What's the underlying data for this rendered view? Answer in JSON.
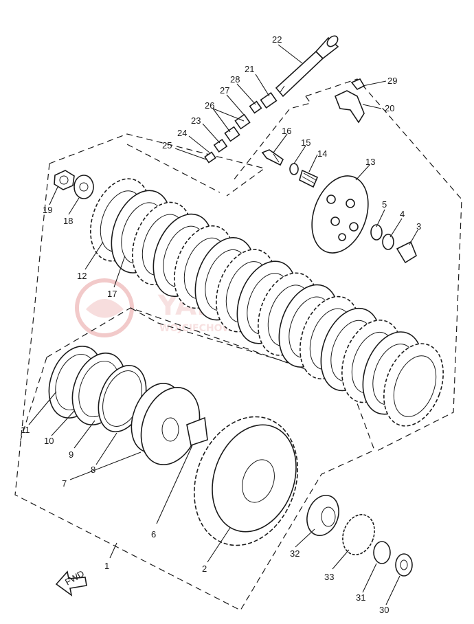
{
  "watermark": {
    "text": "YAMAHA.PL",
    "subtext": "WOJCIECHOWSKI",
    "color": "#e8a0a0"
  },
  "direction_arrow_label": "FWD",
  "callouts": {
    "p1": "1",
    "p2": "2",
    "p3": "3",
    "p4": "4",
    "p5": "5",
    "p6": "6",
    "p7": "7",
    "p8": "8",
    "p9": "9",
    "p10": "10",
    "p11": "11",
    "p12": "12",
    "p13": "13",
    "p14": "14",
    "p15": "15",
    "p16": "16",
    "p17": "17",
    "p18": "18",
    "p19": "19",
    "p20": "20",
    "p21": "21",
    "p22": "22",
    "p23": "23",
    "p24": "24",
    "p25": "25",
    "p26": "26",
    "p27": "27",
    "p28": "28",
    "p29": "29",
    "p30": "30",
    "p31": "31",
    "p32": "32",
    "p33": "33"
  }
}
